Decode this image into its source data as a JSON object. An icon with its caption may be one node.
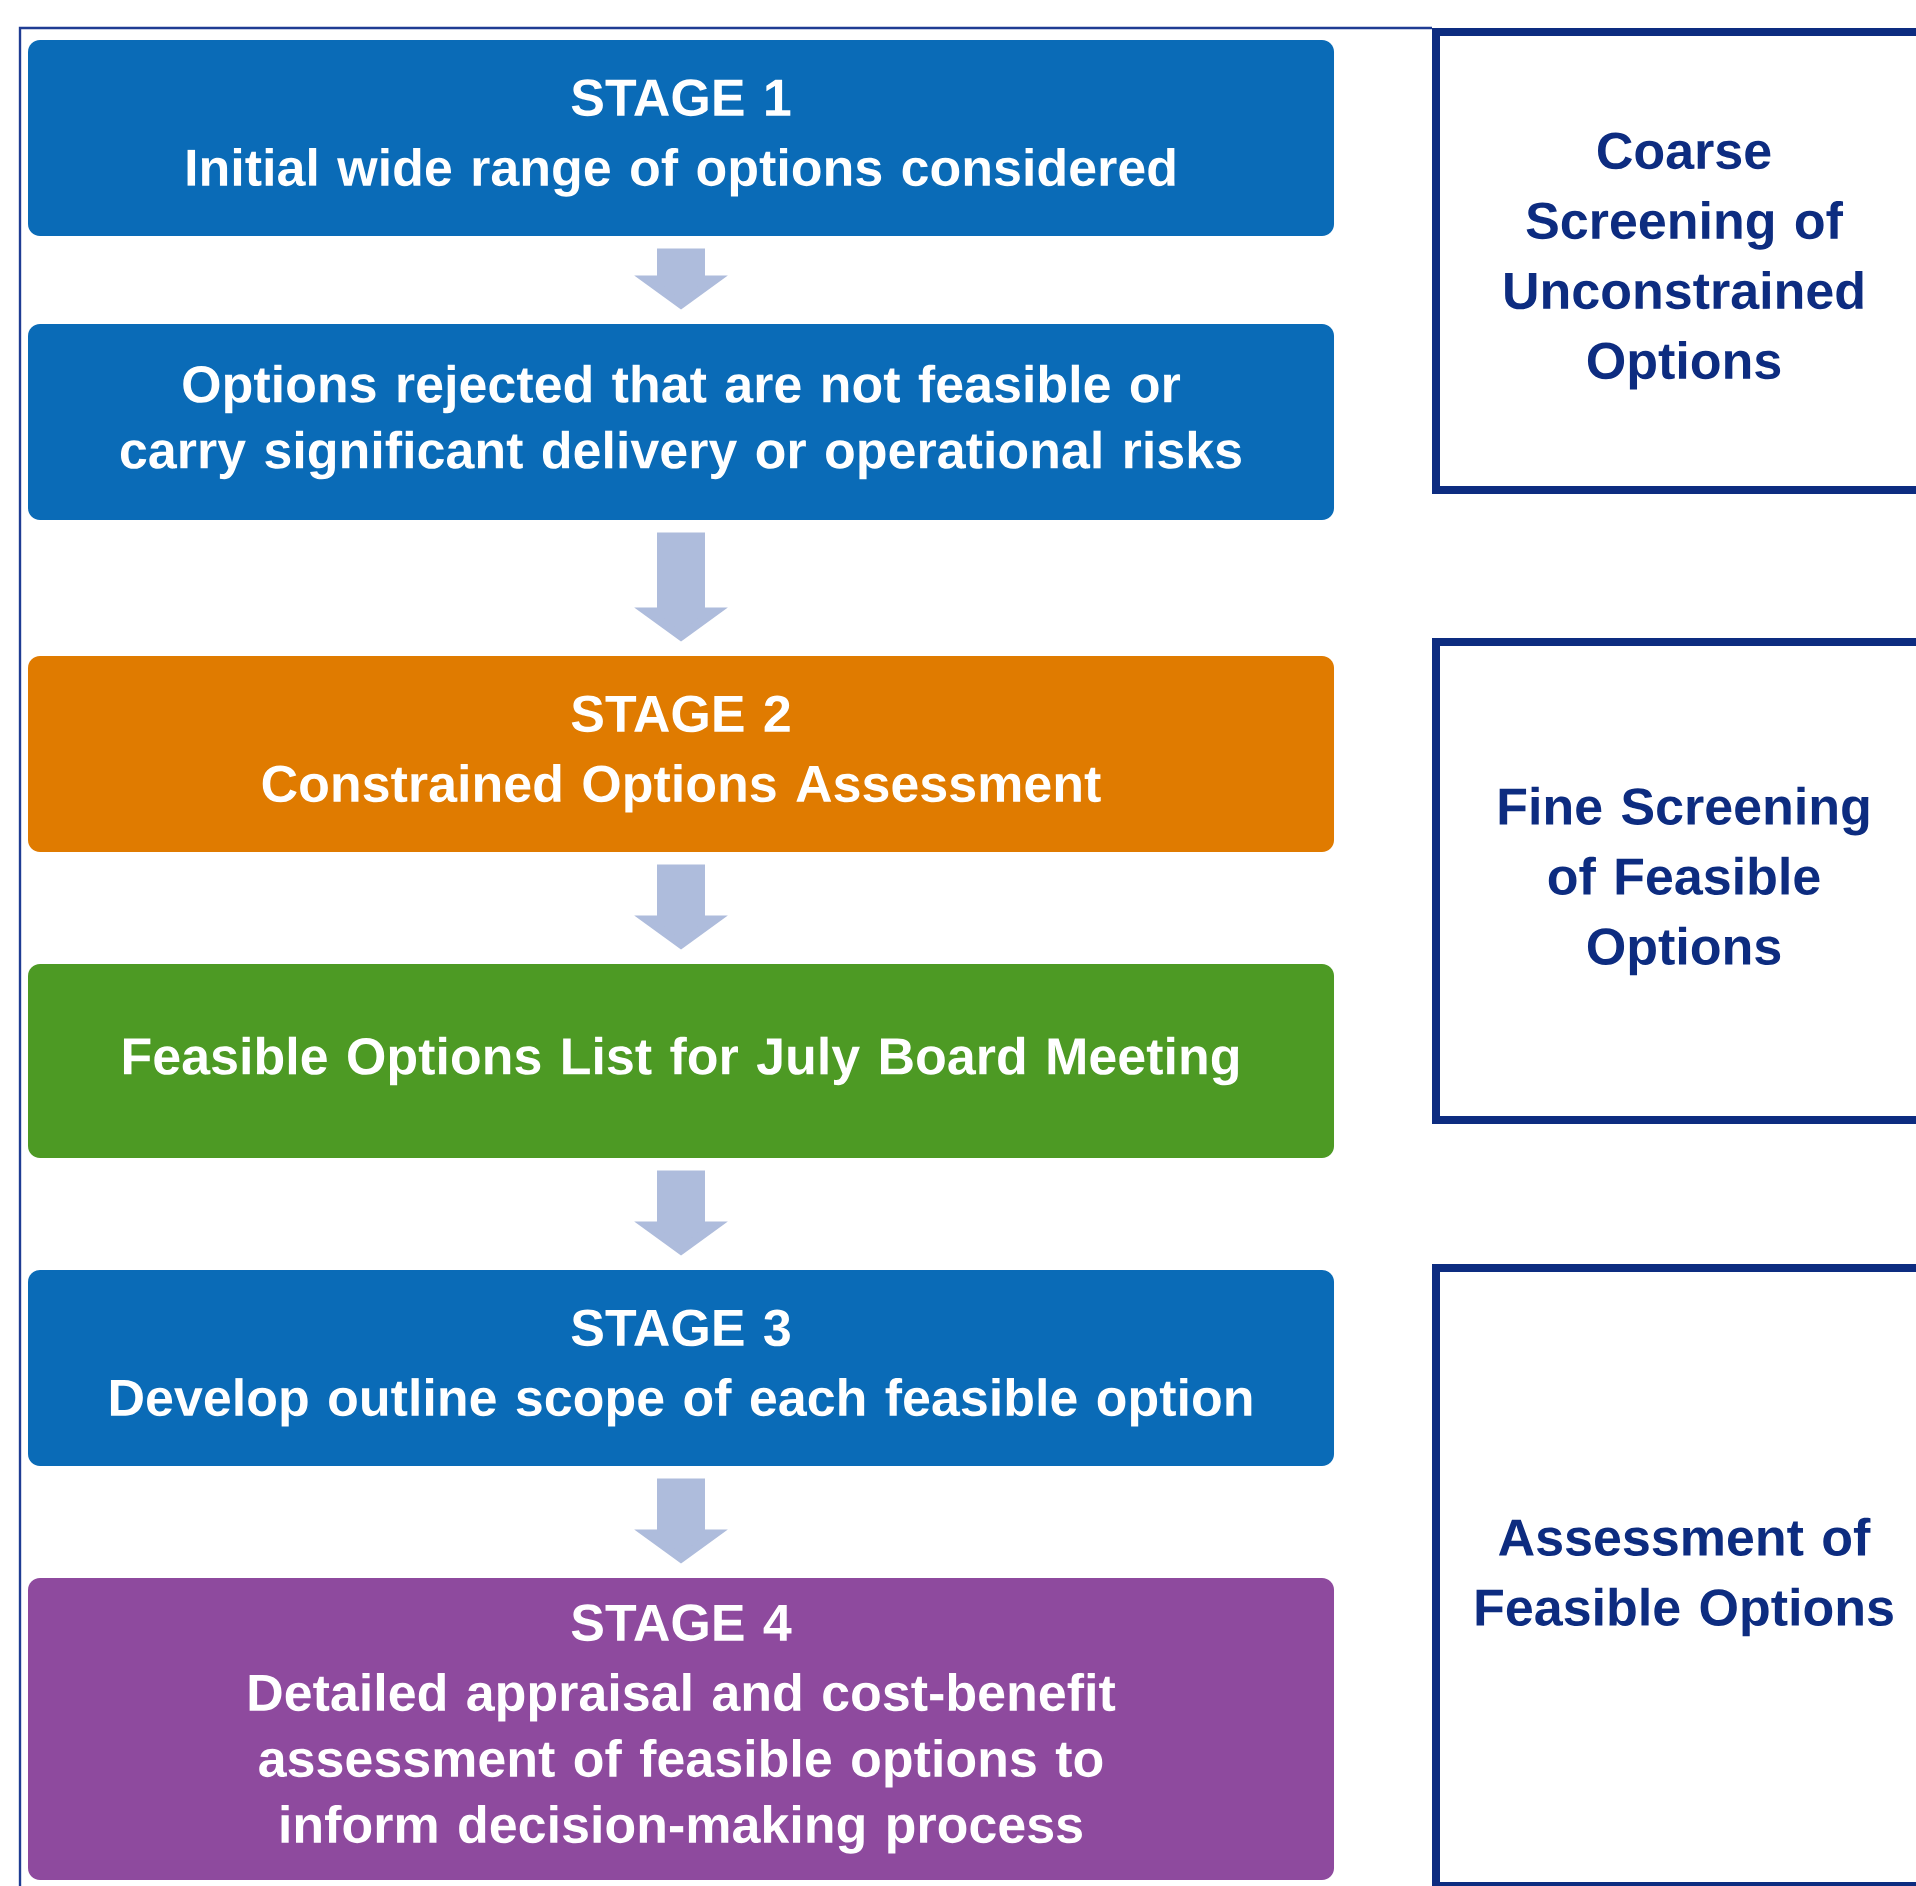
{
  "diagram": {
    "nodes": [
      {
        "text": [
          "STAGE 1",
          "Initial wide range of options considered"
        ]
      },
      {
        "text": [
          "Options rejected that are not feasible or carry significant delivery or operational risks"
        ]
      },
      {
        "text": [
          "STAGE 2",
          "Constrained Options Assessment"
        ]
      },
      {
        "text": [
          "Feasible Options List for July Board Meeting"
        ]
      },
      {
        "text": [
          "STAGE 3",
          "Develop outline scope of each feasible option"
        ]
      },
      {
        "text": [
          "STAGE 4",
          "Detailed appraisal and cost-benefit assessment of feasible options to inform decision-making process"
        ]
      },
      {
        "text": [
          "Coarse Screening of Unconstrained Options"
        ]
      },
      {
        "text": [
          "Fine Screening of Feasible Options"
        ]
      },
      {
        "text": [
          "Assessment of Feasible Options"
        ]
      }
    ],
    "edges": [
      {
        "from": 0,
        "to": 1,
        "arrow": "to"
      },
      {
        "from": 1,
        "to": 2,
        "arrow": "to"
      },
      {
        "from": 2,
        "to": 3,
        "arrow": "to"
      },
      {
        "from": 3,
        "to": 4,
        "arrow": "to"
      },
      {
        "from": 4,
        "to": 5,
        "arrow": "to"
      }
    ]
  }
}
